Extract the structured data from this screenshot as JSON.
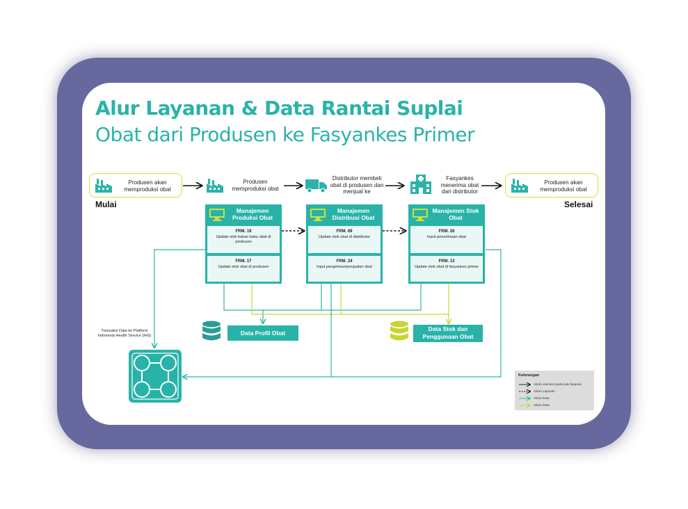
{
  "title": {
    "line1": "Alur Layanan & Data Rantai Suplai",
    "line2": "Obat dari Produsen ke Fasyankes Primer"
  },
  "flow": {
    "start_label": "Mulai",
    "end_label": "Selesai",
    "steps": [
      {
        "text": "Produsen akan memproduksi obat",
        "icon": "factory-icon"
      },
      {
        "text": "Produsen memproduksi obat",
        "icon": "factory-icon"
      },
      {
        "text": "Distributor membeli obat di produsen dan menjual ke",
        "icon": "truck-icon"
      },
      {
        "text": "Fasyankes menerima obat dari distributor",
        "icon": "hospital-icon"
      },
      {
        "text": "Produsen akan memproduksi obat",
        "icon": "factory-icon"
      }
    ]
  },
  "modules": [
    {
      "title": "Manajemen Produksi Obat",
      "icon": "computer-icon",
      "forms": [
        {
          "code": "FRM. 19",
          "desc": "Update stok bahan baku obat di produsen"
        },
        {
          "code": "FRM. 17",
          "desc": "Update stok obat di produsen"
        }
      ]
    },
    {
      "title": "Manajemen Distribusi Obat",
      "icon": "computer-icon",
      "forms": [
        {
          "code": "FRM. 69",
          "desc": "Update stok obat di distributor"
        },
        {
          "code": "FRM. 24",
          "desc": "Input pengiriman/penjualan obat"
        }
      ]
    },
    {
      "title": "Manajemen Stok Obat",
      "icon": "computer-icon",
      "forms": [
        {
          "code": "FRM. 26",
          "desc": "Input penerimaan obat"
        },
        {
          "code": "FRM. 13",
          "desc": "Update stok obat di fasyankes primer"
        }
      ]
    }
  ],
  "databases": [
    {
      "label": "Data Profil Obat",
      "color": "#2a9d94"
    },
    {
      "label": "Data Stok dan Penggunaan Obat",
      "color": "#c9d531"
    }
  ],
  "ihs": {
    "label": "Transaksi Data ke Platform Indonesia Health Service (IHS)",
    "icon": "network-hub-icon"
  },
  "legend": {
    "title": "Keterangan",
    "items": [
      {
        "label": "Alirah usecase pada satu layanan",
        "style": "solid-black"
      },
      {
        "label": "Aliran Layanan",
        "style": "dashed-black"
      },
      {
        "label": "Aliran Data",
        "style": "solid-teal"
      },
      {
        "label": "Aliran Data",
        "style": "solid-yellow"
      }
    ]
  },
  "colors": {
    "frame": "#66689e",
    "teal": "#29b3a8",
    "yellow": "#c9d531",
    "pill_border": "#d3de3a"
  }
}
